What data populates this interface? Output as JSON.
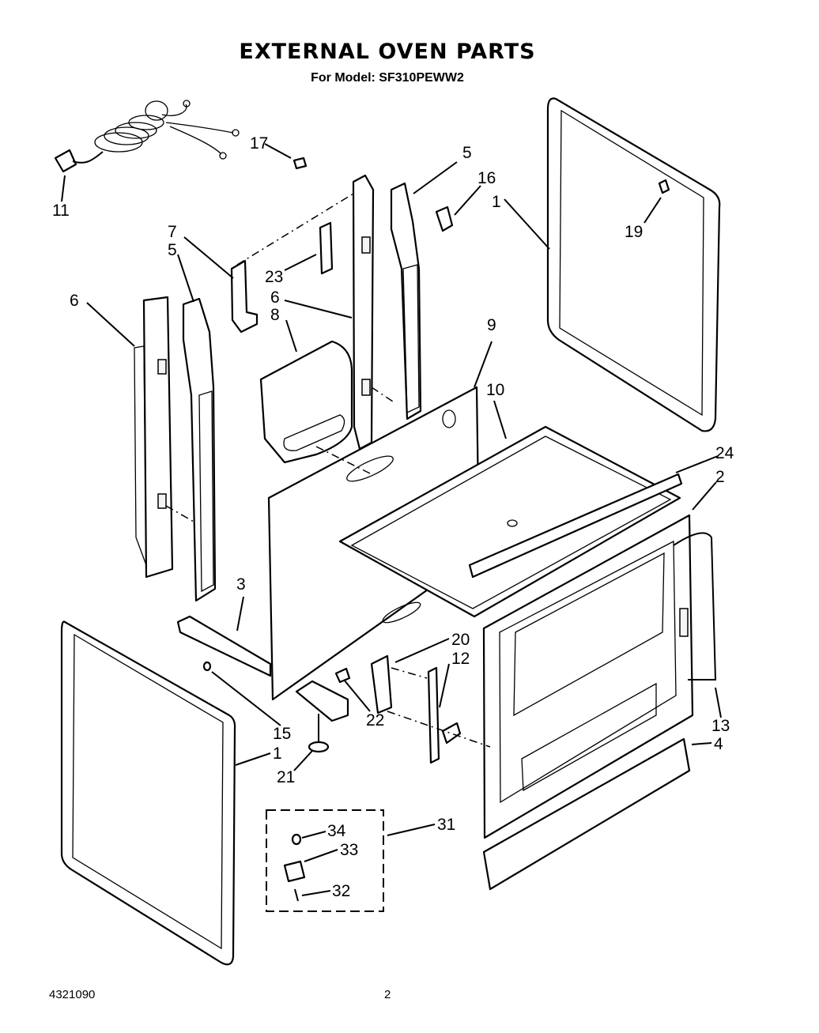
{
  "header": {
    "title": "EXTERNAL OVEN PARTS",
    "model_line": "For Model: SF310PEWW2"
  },
  "footer": {
    "doc_number": "4321090",
    "page_number": "2"
  },
  "callouts": {
    "c11": "11",
    "c17": "17",
    "c5a": "5",
    "c16": "16",
    "c1a": "1",
    "c19": "19",
    "c7": "7",
    "c5b": "5",
    "c23": "23",
    "c6a": "6",
    "c6b": "6",
    "c8": "8",
    "c9": "9",
    "c10": "10",
    "c24": "24",
    "c2": "2",
    "c3": "3",
    "c20": "20",
    "c12": "12",
    "c15": "15",
    "c22": "22",
    "c13": "13",
    "c4": "4",
    "c1b": "1",
    "c21": "21",
    "c31": "31",
    "c34": "34",
    "c33": "33",
    "c32": "32"
  }
}
